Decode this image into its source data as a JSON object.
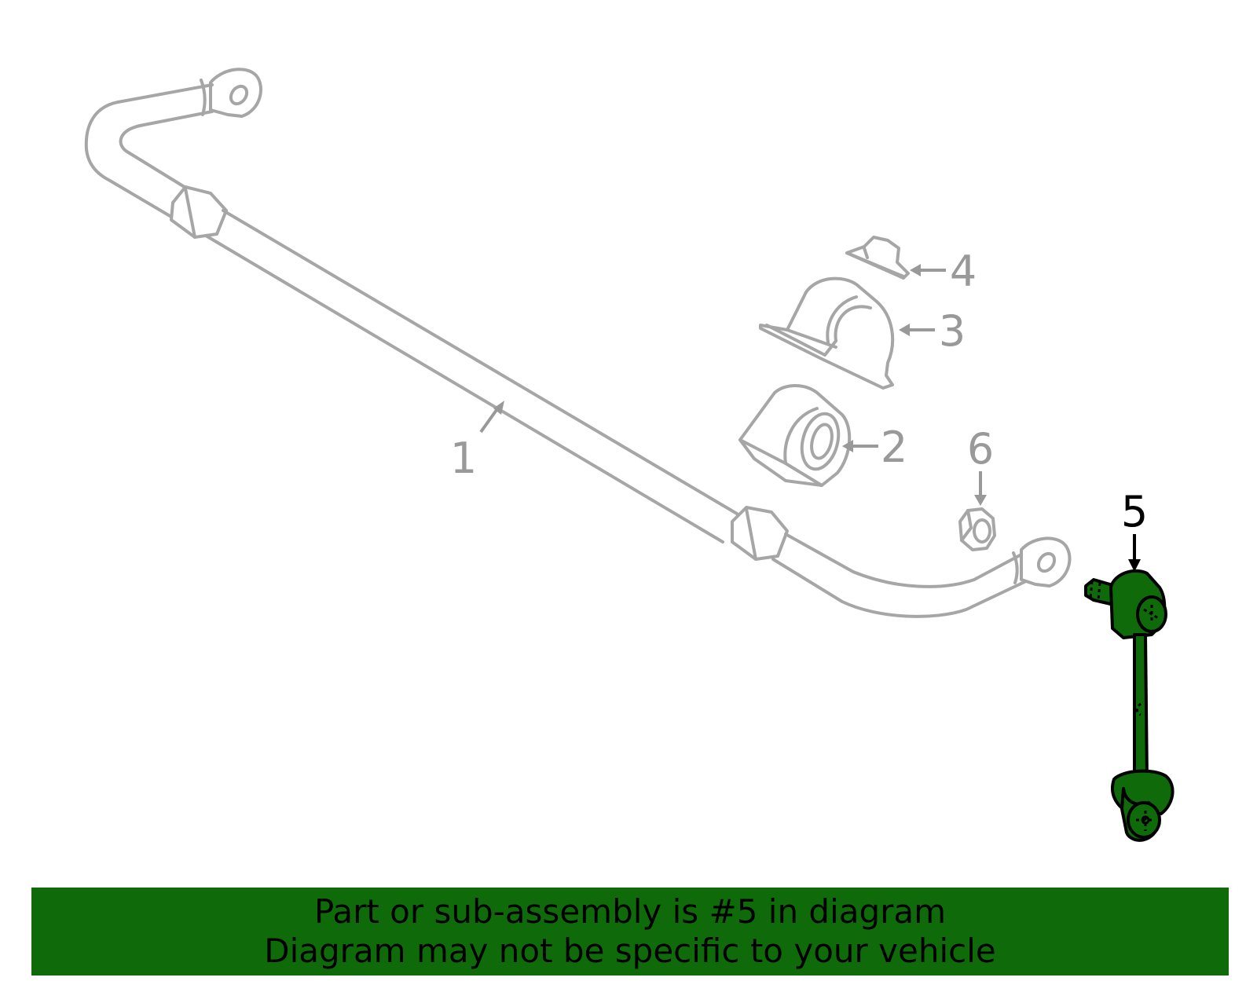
{
  "diagram": {
    "callouts": {
      "c1": "1",
      "c2": "2",
      "c3": "3",
      "c4": "4",
      "c5": "5",
      "c6": "6"
    },
    "colors": {
      "highlight": "#0f6b0a",
      "outline_gray": "#a6a6a6",
      "callout_gray": "#999999",
      "highlight_outline": "#000000"
    }
  },
  "banner": {
    "line1": "Part or sub-assembly is #5 in diagram",
    "line2": "Diagram may not be specific to your vehicle"
  }
}
